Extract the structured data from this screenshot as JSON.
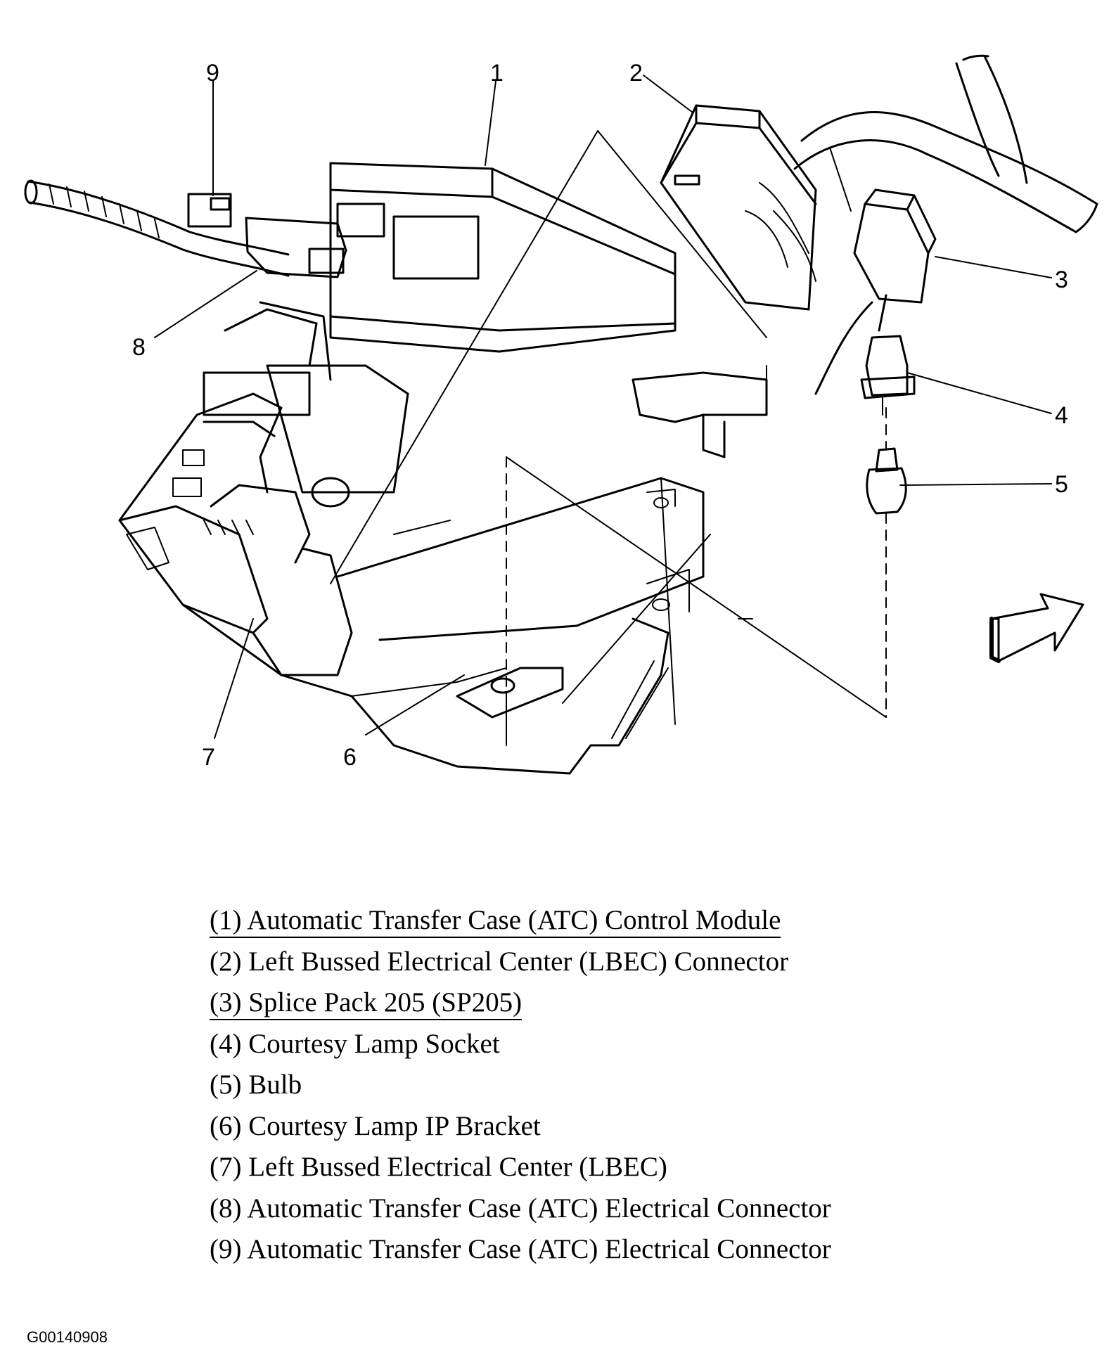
{
  "callouts": {
    "c1": "1",
    "c2": "2",
    "c3": "3",
    "c4": "4",
    "c5": "5",
    "c6": "6",
    "c7": "7",
    "c8": "8",
    "c9": "9"
  },
  "legend": [
    {
      "text": "(1) Automatic Transfer Case (ATC) Control Module",
      "underlined": true
    },
    {
      "text": "(2) Left Bussed Electrical Center (LBEC) Connector",
      "underlined": false
    },
    {
      "text": "(3) Splice Pack 205 (SP205)",
      "underlined": true
    },
    {
      "text": "(4) Courtesy Lamp Socket",
      "underlined": false
    },
    {
      "text": "(5) Bulb",
      "underlined": false
    },
    {
      "text": "(6) Courtesy Lamp IP Bracket",
      "underlined": false
    },
    {
      "text": "(7) Left Bussed Electrical Center (LBEC)",
      "underlined": false
    },
    {
      "text": "(8) Automatic Transfer Case (ATC) Electrical Connector",
      "underlined": false
    },
    {
      "text": "(9) Automatic Transfer Case (ATC) Electrical Connector",
      "underlined": false
    }
  ],
  "figure_id": "G00140908",
  "colors": {
    "ink": "#000000",
    "paper": "#ffffff"
  }
}
